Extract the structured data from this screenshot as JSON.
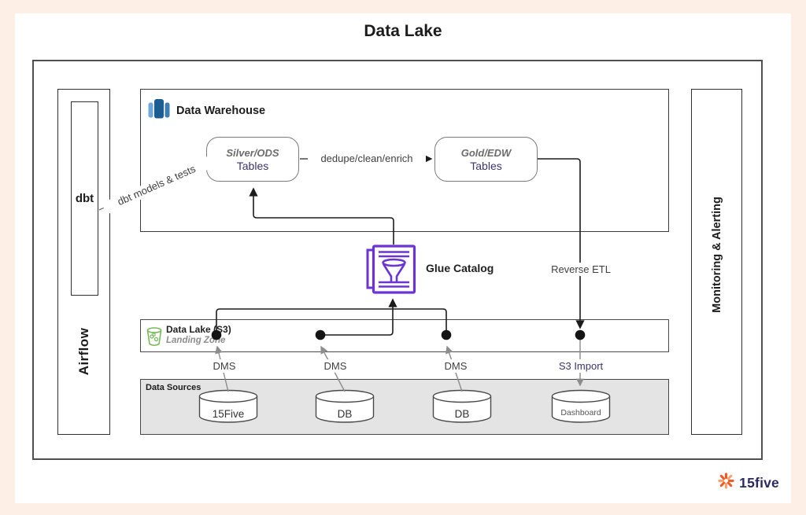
{
  "title": "Data Lake",
  "rails": {
    "airflow": "Airflow",
    "dbt": "dbt",
    "monitoring": "Monitoring & Alerting"
  },
  "warehouse": {
    "label": "Data Warehouse",
    "silver_line1": "Silver/ODS",
    "silver_line2": "Tables",
    "gold_line1": "Gold/EDW",
    "gold_line2": "Tables",
    "dedupe_label": "dedupe/clean/enrich"
  },
  "edges": {
    "dbt_models": "dbt models & tests",
    "reverse_etl": "Reverse ETL"
  },
  "glue": {
    "label": "Glue Catalog"
  },
  "landing_zone": {
    "title": "Data Lake (S3)",
    "subtitle": "Landing Zone"
  },
  "ingest": {
    "dms1": "DMS",
    "dms2": "DMS",
    "dms3": "DMS",
    "s3_import": "S3 Import"
  },
  "sources": {
    "label": "Data Sources",
    "items": [
      "15Five",
      "DB",
      "DB",
      "Dashboard"
    ]
  },
  "logo": {
    "text": "15five"
  },
  "colors": {
    "background_peach": "#fdeee6",
    "glue_purple": "#6b35d6",
    "navy": "#3d3470",
    "warehouse_blue": "#1c5e93",
    "s3_green": "#79b95e",
    "logo_orange": "#f15a24"
  }
}
